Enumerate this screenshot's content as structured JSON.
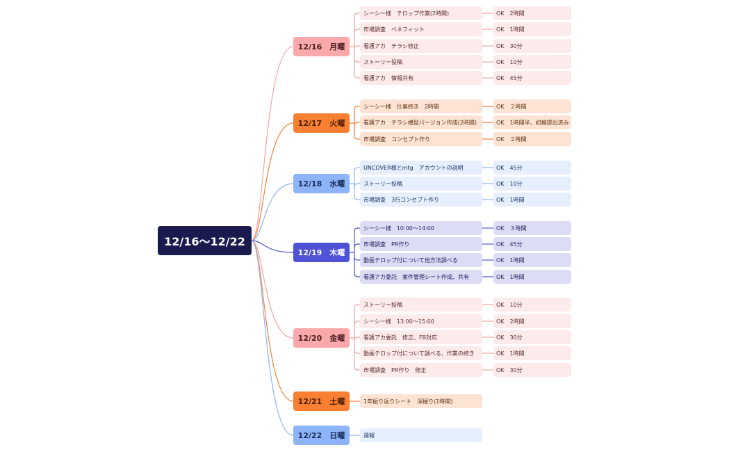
{
  "root": {
    "label": "12/16〜12/22"
  },
  "days": [
    {
      "label": "12/16　月曜",
      "theme": "pink",
      "tasks": [
        {
          "text": "シーシー様　テロップ作業(2時間)",
          "note": "OK　2時間"
        },
        {
          "text": "市場調査　ベネフィット",
          "note": "OK　1時間"
        },
        {
          "text": "看護アカ　チラシ修正",
          "note": "OK　30分"
        },
        {
          "text": "ストーリー投稿",
          "note": "OK　10分"
        },
        {
          "text": "看護アカ　情報共有",
          "note": "OK　45分"
        }
      ]
    },
    {
      "label": "12/17　火曜",
      "theme": "orange",
      "tasks": [
        {
          "text": "シーシー様　仕事続き　2時間",
          "note": "OK　２時間"
        },
        {
          "text": "看護アカ　チラシ横型バージョン作成(2時間)",
          "note": "OK　1時間半、初稿提出済み"
        },
        {
          "text": "市場調査　コンセプト作り",
          "note": "OK　２時間"
        }
      ]
    },
    {
      "label": "12/18　水曜",
      "theme": "blue",
      "tasks": [
        {
          "text": "UNCOVER様とmtg　アカウントの説明",
          "note": "OK　45分"
        },
        {
          "text": "ストーリー投稿",
          "note": "OK　10分"
        },
        {
          "text": "市場調査　3行コンセプト作り",
          "note": "OK　1時間"
        }
      ]
    },
    {
      "label": "12/19　木曜",
      "theme": "indigo",
      "tasks": [
        {
          "text": "シーシー様　10:00〜14:00",
          "note": "OK　３時間"
        },
        {
          "text": "市場調査　PR作り",
          "note": "OK　45分"
        },
        {
          "text": "動画テロップ付について他方法調べる",
          "note": "OK　1時間"
        },
        {
          "text": "看護アカ委託　案件管理シート作成、共有",
          "note": "OK　1時間"
        }
      ]
    },
    {
      "label": "12/20　金曜",
      "theme": "pink",
      "tasks": [
        {
          "text": "ストーリー投稿",
          "note": "OK　10分"
        },
        {
          "text": "シーシー様　13:00〜15:00",
          "note": "OK　2時間"
        },
        {
          "text": "看護アカ委託　修正、FB対応",
          "note": "OK　30分"
        },
        {
          "text": "動画テロップ付について調べる、作業の続き",
          "note": "OK　1時間"
        },
        {
          "text": "市場調査　PR作り　修正",
          "note": "OK　30分"
        }
      ]
    },
    {
      "label": "12/21　土曜",
      "theme": "orange",
      "tasks": [
        {
          "text": "1年振り返りシート　深掘り(1時間)",
          "note": ""
        }
      ]
    },
    {
      "label": "12/22　日曜",
      "theme": "blue",
      "tasks": [
        {
          "text": "週報",
          "note": ""
        }
      ]
    }
  ],
  "colors": {
    "root_bg": "#1b1a4f",
    "pink": {
      "day_bg": "#f9a9ab",
      "day_text": "#4a1c1f",
      "task_bg": "#fdebec",
      "task_text": "#5a2a2c",
      "line": "#f4a2a4"
    },
    "orange": {
      "day_bg": "#f97f33",
      "day_text": "#4a1d05",
      "task_bg": "#fde3d3",
      "task_text": "#5a2e12",
      "line": "#f47f35"
    },
    "blue": {
      "day_bg": "#8db3f9",
      "day_text": "#1a2d55",
      "task_bg": "#e6effd",
      "task_text": "#1f3463",
      "line": "#8db3f7"
    },
    "indigo": {
      "day_bg": "#4f52d6",
      "day_text": "#ffffff",
      "task_bg": "#dcdcf5",
      "task_text": "#1e1f5c",
      "line": "#4f52d6"
    }
  }
}
